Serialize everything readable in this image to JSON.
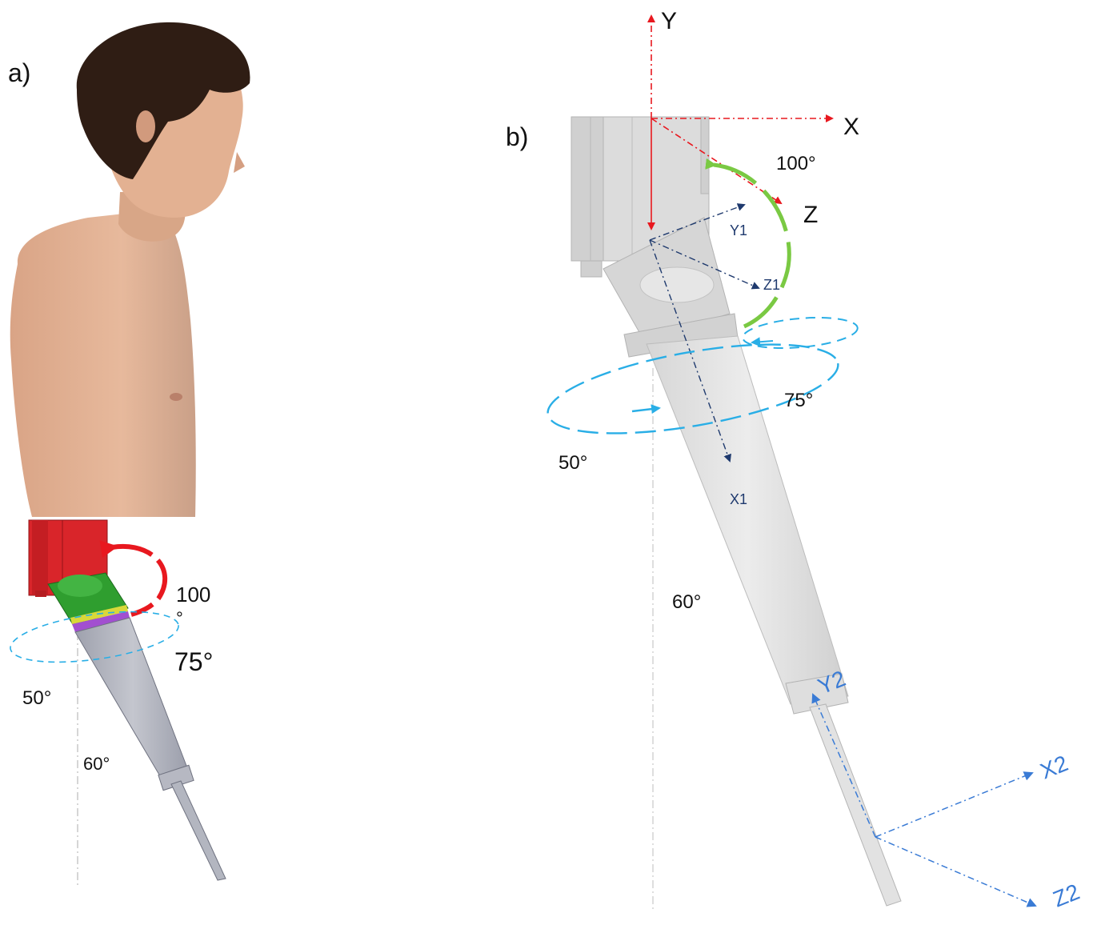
{
  "panel_a": {
    "label": "a)",
    "angles": {
      "elbow_flex": "100",
      "elbow_flex_unit": "°",
      "forearm_rot": "75°",
      "humeral_rot": "50°",
      "tilt": "60°"
    }
  },
  "panel_b": {
    "label": "b)",
    "angles": {
      "elbow_flex": "100°",
      "forearm_rot": "75°",
      "humeral_rot": "50°",
      "tilt": "60°"
    },
    "axes": {
      "global": [
        "Y",
        "X",
        "Z"
      ],
      "frame1": [
        "Y1",
        "Z1",
        "X1"
      ],
      "frame2": [
        "Y2",
        "X2",
        "Z2"
      ]
    }
  },
  "colors": {
    "global_axes": "#e8181f",
    "frame1_axes": "#1f3a6e",
    "frame2_axes": "#3a7bd5",
    "flexion_arc_b": "#7ac943",
    "rotation_ellipse": "#29aee6",
    "flexion_arc_a": "#e8181f",
    "prosthesis_gray": "#dcdcdc",
    "socket_red": "#d9252a",
    "elbow_green": "#2f9e2f"
  }
}
